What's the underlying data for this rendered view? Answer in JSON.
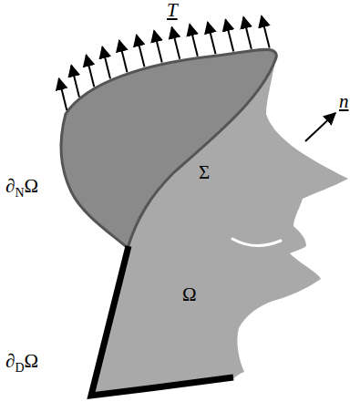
{
  "diagram": {
    "labels": [
      "T",
      "n",
      "Σ",
      "∂NΩ",
      "Ω",
      "∂DΩ"
    ]
  }
}
